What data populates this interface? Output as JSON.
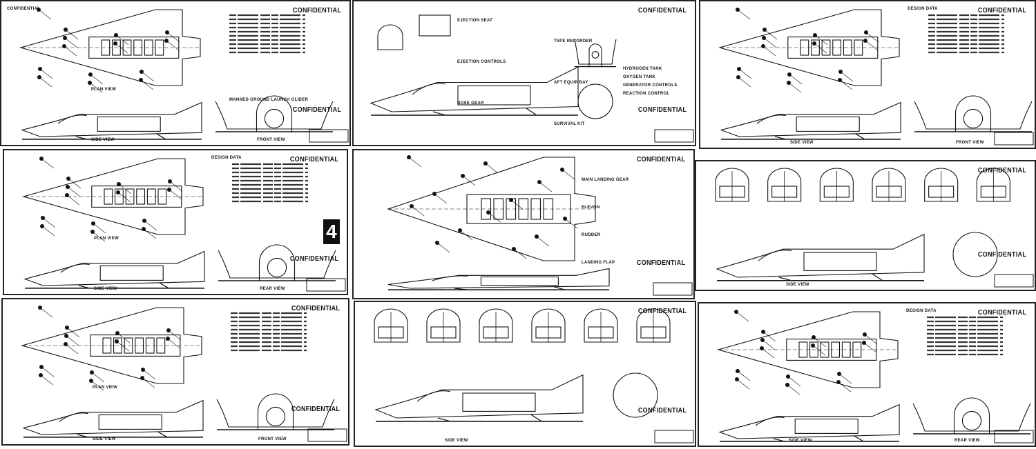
{
  "stamp": "CONFIDENTIAL",
  "stamp_handwritten": "CONFIDENTIAL",
  "panels": [
    {
      "id": "p1",
      "title": "MANNED GROUND LAUNCH GLIDER",
      "plan": "PLAN VIEW",
      "side": "SIDE VIEW",
      "front": "FRONT VIEW",
      "variant": "plan"
    },
    {
      "id": "p2",
      "title": "",
      "plan": "",
      "side": "",
      "front": "",
      "variant": "cutaway",
      "callouts": [
        "EJECTION SEAT",
        "TAPE RECORDER",
        "EJECTION CONTROLS",
        "AFT EQUIP BAY",
        "NOSE GEAR",
        "SURVIVAL KIT",
        "HYDROGEN TANK",
        "OXYGEN TANK",
        "GENERATOR CONTROLS",
        "REACTION CONTROL"
      ]
    },
    {
      "id": "p3",
      "title": "DESIGN DATA",
      "plan": "",
      "side": "SIDE VIEW",
      "front": "FRONT VIEW",
      "variant": "plan"
    },
    {
      "id": "p4",
      "title": "DESIGN DATA",
      "plan": "PLAN VIEW",
      "side": "SIDE VIEW",
      "front": "REAR VIEW",
      "variant": "plan",
      "sheet_number": "4"
    },
    {
      "id": "p5",
      "title": "",
      "plan": "",
      "side": "",
      "front": "",
      "variant": "plan-large",
      "callouts": [
        "MAIN LANDING GEAR",
        "ELEVON",
        "RUDDER",
        "LANDING FLAP"
      ]
    },
    {
      "id": "p6",
      "title": "",
      "plan": "",
      "side": "SIDE VIEW",
      "front": "",
      "variant": "sections"
    },
    {
      "id": "p7",
      "title": "",
      "plan": "PLAN VIEW",
      "side": "SIDE VIEW",
      "front": "FRONT VIEW",
      "variant": "plan"
    },
    {
      "id": "p8",
      "title": "",
      "plan": "",
      "side": "SIDE VIEW",
      "front": "",
      "variant": "sections"
    },
    {
      "id": "p9",
      "title": "DESIGN DATA",
      "plan": "",
      "side": "SIDE VIEW",
      "front": "REAR VIEW",
      "variant": "plan"
    }
  ],
  "colors": {
    "ink": "#111111",
    "paper": "#ffffff"
  }
}
